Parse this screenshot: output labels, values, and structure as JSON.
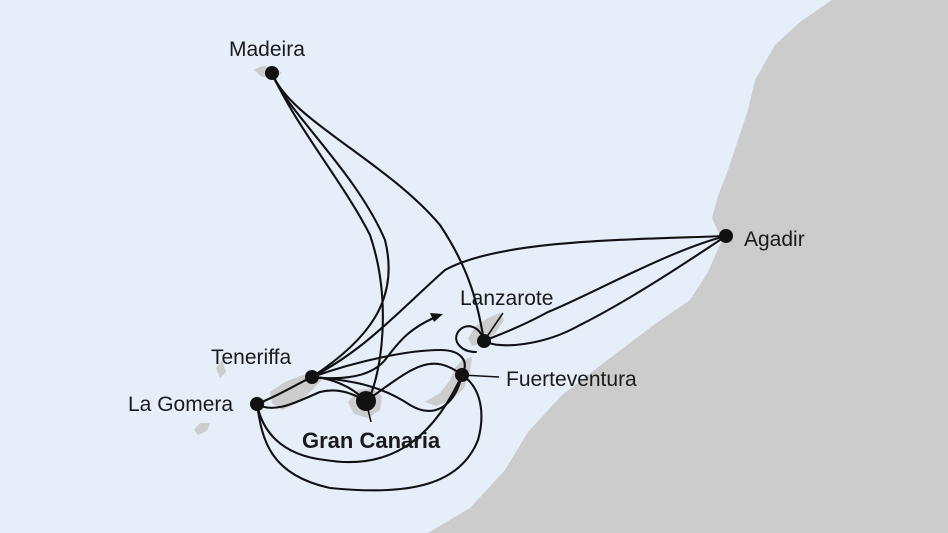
{
  "colors": {
    "sea": "#e6eefa",
    "land": "#cccccc",
    "route": "#111111",
    "port": "#111111"
  },
  "ports": {
    "madeira": "Madeira",
    "agadir": "Agadir",
    "lanzarote": "Lanzarote",
    "fuerteventura": "Fuerteventura",
    "teneriffa": "Teneriffa",
    "la_gomera": "La Gomera",
    "gran_canaria": "Gran Canaria"
  },
  "home_port": "Gran Canaria"
}
